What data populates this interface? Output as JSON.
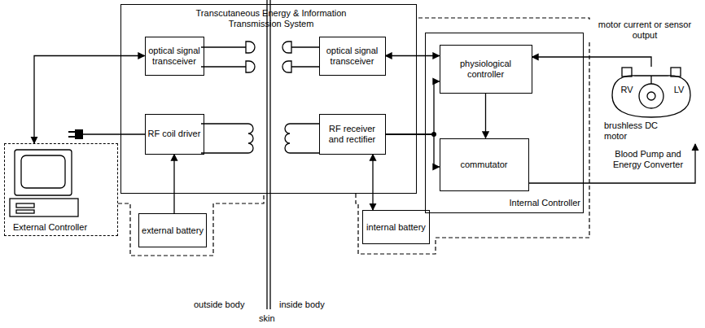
{
  "diagram": {
    "nodes": [
      {
        "text": [
          "Transcutaneous Energy & Information Transmission System"
        ]
      },
      {
        "text": [
          "optical signal transceiver"
        ],
        "in": 0
      },
      {
        "text": [
          "optical signal transceiver"
        ],
        "in": 0
      },
      {
        "text": [
          "RF coil driver"
        ],
        "in": 0
      },
      {
        "text": [
          "RF receiver and rectifier"
        ],
        "in": 0
      },
      {
        "text": [
          "External Controller"
        ]
      },
      {
        "text": [
          "external battery"
        ]
      },
      {
        "text": [
          "internal battery"
        ]
      },
      {
        "text": [
          "Internal Controller"
        ]
      },
      {
        "text": [
          "physiological controller"
        ],
        "in": 8
      },
      {
        "text": [
          "commutator"
        ],
        "in": 8
      },
      {
        "text": [
          "RV",
          "LV",
          "brushless DC motor",
          "Blood Pump and Energy Converter"
        ]
      }
    ],
    "edges": [
      {
        "from": 5,
        "to": 1,
        "arrow": "both"
      },
      {
        "from": 2,
        "to": 9,
        "arrow": "both"
      },
      {
        "from": 6,
        "to": 3,
        "arrow": "to"
      },
      {
        "from": 4,
        "to": 7,
        "arrow": "both"
      },
      {
        "from": 4,
        "to": 9,
        "arrow": "to"
      },
      {
        "from": 4,
        "to": 10,
        "arrow": "to"
      },
      {
        "from": 9,
        "to": 10,
        "arrow": "to"
      },
      {
        "from": 10,
        "to": 11,
        "arrow": "to"
      },
      {
        "from": 11,
        "to": 9,
        "label": "motor current or sensor output",
        "arrow": "to"
      }
    ],
    "labels": [
      "outside body",
      "inside body",
      "skin"
    ]
  }
}
